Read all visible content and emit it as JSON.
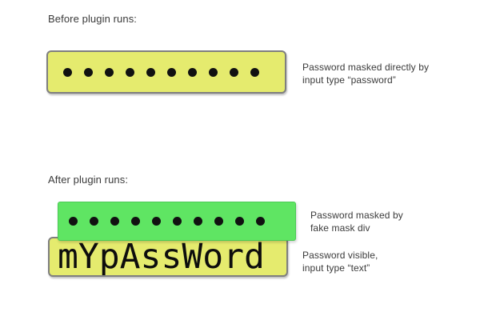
{
  "colors": {
    "background": "#ffffff",
    "field-fill": "#e5eb6e",
    "field-border": "#7f7f7f",
    "mask-fill": "#5fe563",
    "mask-border": "#4cca56",
    "dot": "#111111",
    "text": "#3a3a3a",
    "value-text": "#0d0d0d"
  },
  "before": {
    "label": "Before plugin runs:",
    "password_field": {
      "input_type": "password",
      "dot_count": 10
    },
    "caption": "Password masked directly by\ninput type “password”"
  },
  "after": {
    "label": "After plugin runs:",
    "mask_div": {
      "dot_count": 10
    },
    "mask_caption": "Password masked by\nfake mask div",
    "text_field": {
      "input_type": "text",
      "value": "mYpAssWord"
    },
    "field_caption": "Password visible,\ninput type “text”"
  }
}
